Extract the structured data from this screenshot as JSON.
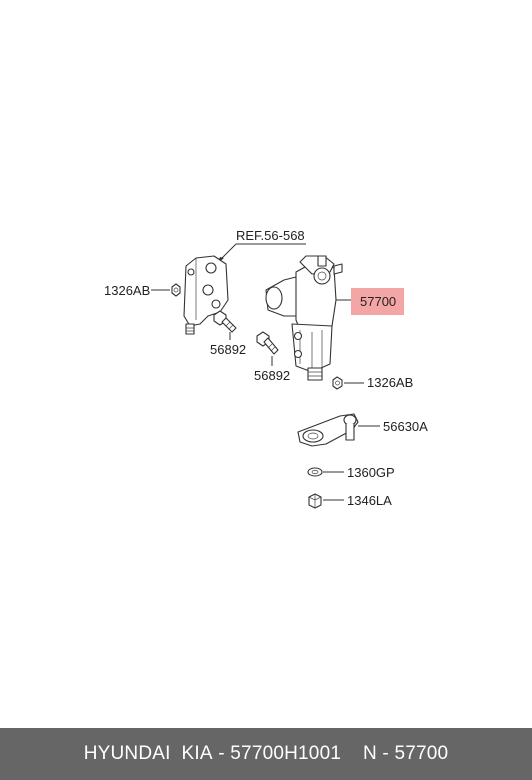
{
  "diagram": {
    "ref_label": "REF.56-568",
    "part_labels": {
      "nut_left": "1326AB",
      "bolt_left": "56892",
      "bolt_center": "56892",
      "gear_box": "57700",
      "nut_right": "1326AB",
      "pitman_arm": "56630A",
      "washer": "1360GP",
      "nut_bottom": "1346LA"
    },
    "highlight_color": "#f4a6a6"
  },
  "footer": {
    "brand": "HYUNDAI  KIA",
    "separator1": " - ",
    "part_number": "57700H1001",
    "gap": "    N",
    "separator2": " - ",
    "short_number": "57700"
  }
}
